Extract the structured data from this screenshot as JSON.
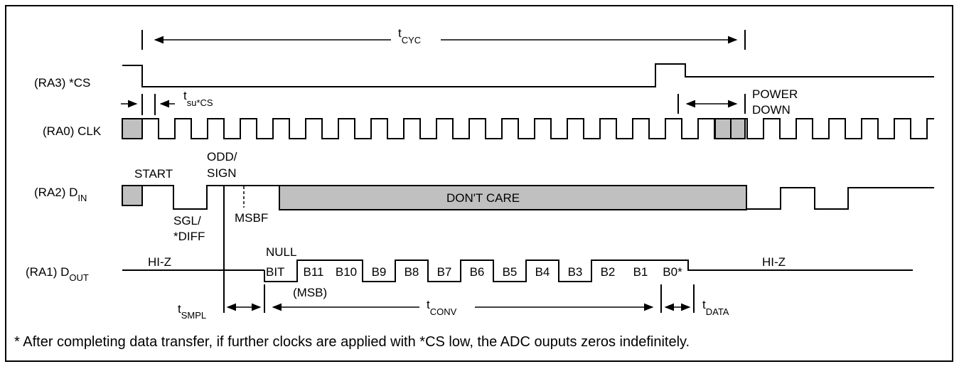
{
  "signals": {
    "cs": "(RA3) *CS",
    "clk": "(RA0) CLK",
    "din_prefix": "(RA2) D",
    "din_sub": "IN",
    "dout_prefix": "(RA1) D",
    "dout_sub": "OUT"
  },
  "timing": {
    "tcyc_t": "t",
    "tcyc_sub": "CYC",
    "tsu_t": "t",
    "tsu_sub": "su*CS",
    "tsmpl_t": "t",
    "tsmpl_sub": "SMPL",
    "tconv_t": "t",
    "tconv_sub": "CONV",
    "tdata_t": "t",
    "tdata_sub": "DATA"
  },
  "labels": {
    "power": "POWER",
    "down": "DOWN",
    "start": "START",
    "odd": "ODD/",
    "sign": "SIGN",
    "sgl": "SGL/",
    "diff": "*DIFF",
    "msbf": "MSBF",
    "dont_care": "DON'T CARE",
    "null": "NULL",
    "bit": "BIT",
    "msb": "(MSB)",
    "hiz_left": "HI-Z",
    "hiz_right": "HI-Z"
  },
  "dout_bits": [
    "B11",
    "B10",
    "B9",
    "B8",
    "B7",
    "B6",
    "B5",
    "B4",
    "B3",
    "B2",
    "B1",
    "B0*"
  ],
  "footnote": "* After completing data transfer, if further clocks are applied with *CS low, the ADC ouputs zeros indefinitely."
}
